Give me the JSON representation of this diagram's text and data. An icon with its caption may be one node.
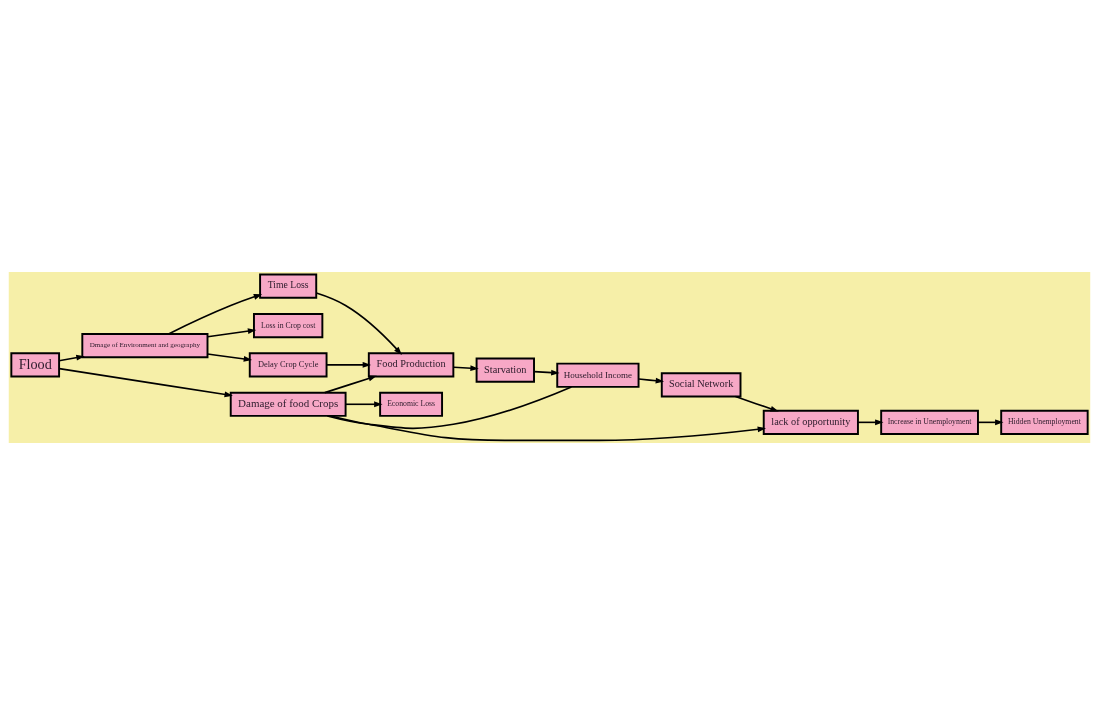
{
  "diagram": {
    "nodes": [
      {
        "text": [
          "Flood"
        ]
      },
      {
        "text": [
          "Dmage of Environment and geography"
        ]
      },
      {
        "text": [
          "Time Loss"
        ]
      },
      {
        "text": [
          "Loss in Crop cost"
        ]
      },
      {
        "text": [
          "Delay Crop Cycle"
        ]
      },
      {
        "text": [
          "Damage of food Crops"
        ]
      },
      {
        "text": [
          "Food Production"
        ]
      },
      {
        "text": [
          "Starvation"
        ]
      },
      {
        "text": [
          "Household Income"
        ]
      },
      {
        "text": [
          "Social Network"
        ]
      },
      {
        "text": [
          "Economic Loss"
        ]
      },
      {
        "text": [
          "lack of opportunity"
        ]
      },
      {
        "text": [
          "Increase in Unemployment"
        ]
      },
      {
        "text": [
          "Hidden Unemployment"
        ]
      }
    ],
    "edges": [
      {
        "from": 0,
        "to": 1,
        "arrow": "to"
      },
      {
        "from": 0,
        "to": 5,
        "arrow": "to"
      },
      {
        "from": 1,
        "to": 2,
        "arrow": "to"
      },
      {
        "from": 1,
        "to": 3,
        "arrow": "to"
      },
      {
        "from": 1,
        "to": 4,
        "arrow": "to"
      },
      {
        "from": 2,
        "to": 6,
        "arrow": "to"
      },
      {
        "from": 4,
        "to": 6,
        "arrow": "to"
      },
      {
        "from": 5,
        "to": 6,
        "arrow": "to"
      },
      {
        "from": 6,
        "to": 7,
        "arrow": "to"
      },
      {
        "from": 7,
        "to": 8,
        "arrow": "to"
      },
      {
        "from": 8,
        "to": 9,
        "arrow": "to"
      },
      {
        "from": 8,
        "to": 5,
        "arrow": "none"
      },
      {
        "from": 5,
        "to": 10,
        "arrow": "to"
      },
      {
        "from": 5,
        "to": 11,
        "arrow": "to"
      },
      {
        "from": 9,
        "to": 11,
        "arrow": "to"
      },
      {
        "from": 11,
        "to": 12,
        "arrow": "to"
      },
      {
        "from": 12,
        "to": 13,
        "arrow": "to"
      }
    ]
  }
}
